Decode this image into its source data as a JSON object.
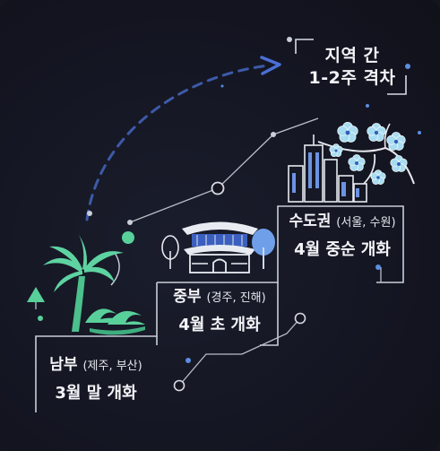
{
  "top_note": {
    "line1": "지역 간",
    "line2": "1-2주 격차"
  },
  "stages": [
    {
      "region": "남부",
      "cities": "(제주, 부산)",
      "date": "3월 말 개화"
    },
    {
      "region": "중부",
      "cities": "(경주, 진해)",
      "date": "4월 초 개화"
    },
    {
      "region": "수도권",
      "cities": "(서울, 수원)",
      "date": "4월 중순 개화"
    }
  ],
  "colors": {
    "background": "#141520",
    "line": "#c9ced8",
    "accent_green": "#59d09a",
    "accent_blue": "#4a6fd6",
    "blossom": "#a8dcf0"
  },
  "icons": [
    "palm-tree-icon",
    "wave-icon",
    "traditional-gate-icon",
    "tree-icon",
    "city-skyline-icon",
    "cherry-blossom-branch-icon",
    "dashed-arrow-icon"
  ]
}
